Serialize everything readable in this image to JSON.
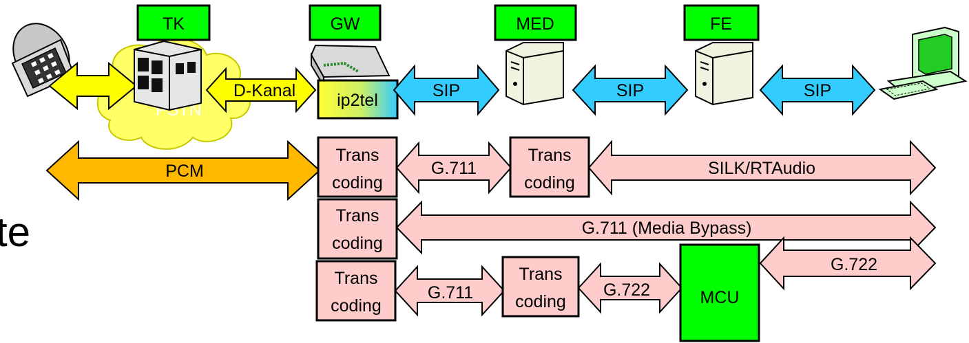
{
  "nodes": {
    "tk": "TK",
    "gw": "GW",
    "med": "MED",
    "fe": "FE",
    "mcu": "MCU",
    "ip2tel": "ip2tel",
    "pstn": "PSTN"
  },
  "signaling": {
    "d_kanal": "D-Kanal",
    "sip_1": "SIP",
    "sip_2": "SIP",
    "sip_3": "SIP"
  },
  "media": {
    "pcm": "PCM",
    "g711_row1": "G.711",
    "silk": "SILK/RTAudio",
    "bypass": "G.711 (Media Bypass)",
    "g711_row3": "G.711",
    "g722_left": "G.722",
    "g722_right": "G.722"
  },
  "transcoding": {
    "trans": "Trans",
    "coding": "coding"
  },
  "partial_text": "te",
  "colors": {
    "green": "#00ff00",
    "yellow": "#ffff00",
    "sip_blue": "#33ccff",
    "pcm_orange": "#ffb800",
    "media_pink": "#ffcccc",
    "cloud_yellow": "#ffff66"
  }
}
